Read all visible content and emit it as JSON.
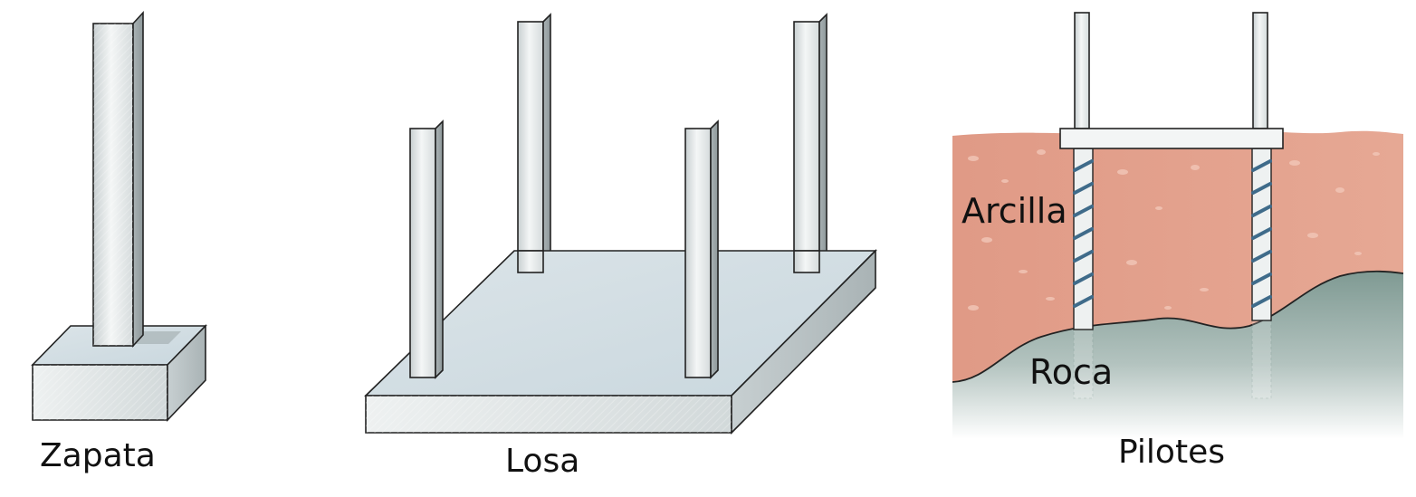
{
  "figures": {
    "zapata": {
      "caption": "Zapata"
    },
    "losa": {
      "caption": "Losa"
    },
    "pilotes": {
      "caption": "Pilotes",
      "layer_upper": "Arcilla",
      "layer_lower": "Roca"
    }
  },
  "colors": {
    "clay": "#e3a08e",
    "rock": "#93aba4",
    "slab_top": "#d1dde3",
    "concrete_face": "#dfe5e6",
    "outline": "#222222",
    "rebar": "#3f6b8a"
  }
}
